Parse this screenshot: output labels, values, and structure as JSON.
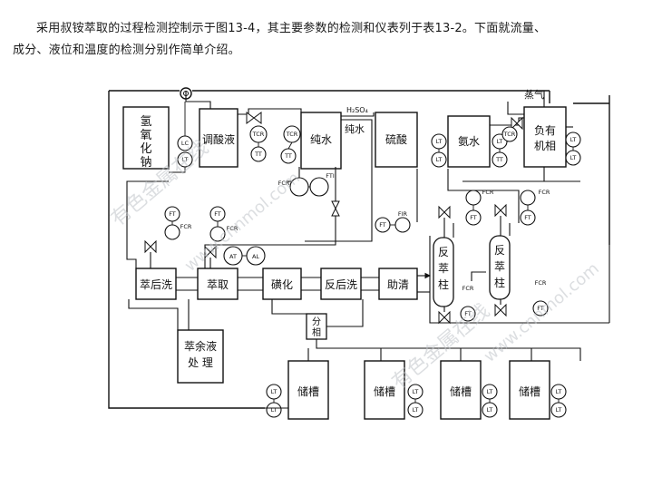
{
  "paragraph": {
    "line1": "采用叔铵萃取的过程检测控制示于图13-4，其主要参数的检测和仪表列于表13-2。下面就流量、",
    "line2": "成分、液位和温度的检测分别作简单介绍。"
  },
  "diagram": {
    "tanks": {
      "naoh": "氢氧化钠",
      "adjust": "调酸液",
      "pure_water": "纯水",
      "sulfuric": "硫酸",
      "ammonia": "氨水",
      "loaded_organic_l1": "负有",
      "loaded_organic_l2": "机相",
      "raffinate_l1": "萃余液",
      "raffinate_l2": "处  理",
      "storage": [
        "储槽",
        "储槽",
        "储槽",
        "储槽"
      ]
    },
    "process": {
      "pre_wash": "萃后洗",
      "extract": "萃取",
      "sulfonation": "磺化",
      "back_wash": "反后洗",
      "clarify": "助清",
      "separate_l1": "分",
      "separate_l2": "相",
      "back_column_1": "反萃柱",
      "back_column_2": "反萃柱"
    },
    "streams": {
      "h2so4": "H₂SO₄",
      "pure_water": "纯水",
      "steam": "蒸气"
    },
    "instruments": {
      "lc": "LC",
      "lt": "LT",
      "tcr": "TCR",
      "tt": "TT",
      "fcr": "FCR",
      "ft": "FT",
      "fti": "FTI",
      "fir": "FIR",
      "at": "AT",
      "al": "AL"
    },
    "watermarks": [
      "有色金属在线",
      "www.cnnmol.com"
    ]
  }
}
